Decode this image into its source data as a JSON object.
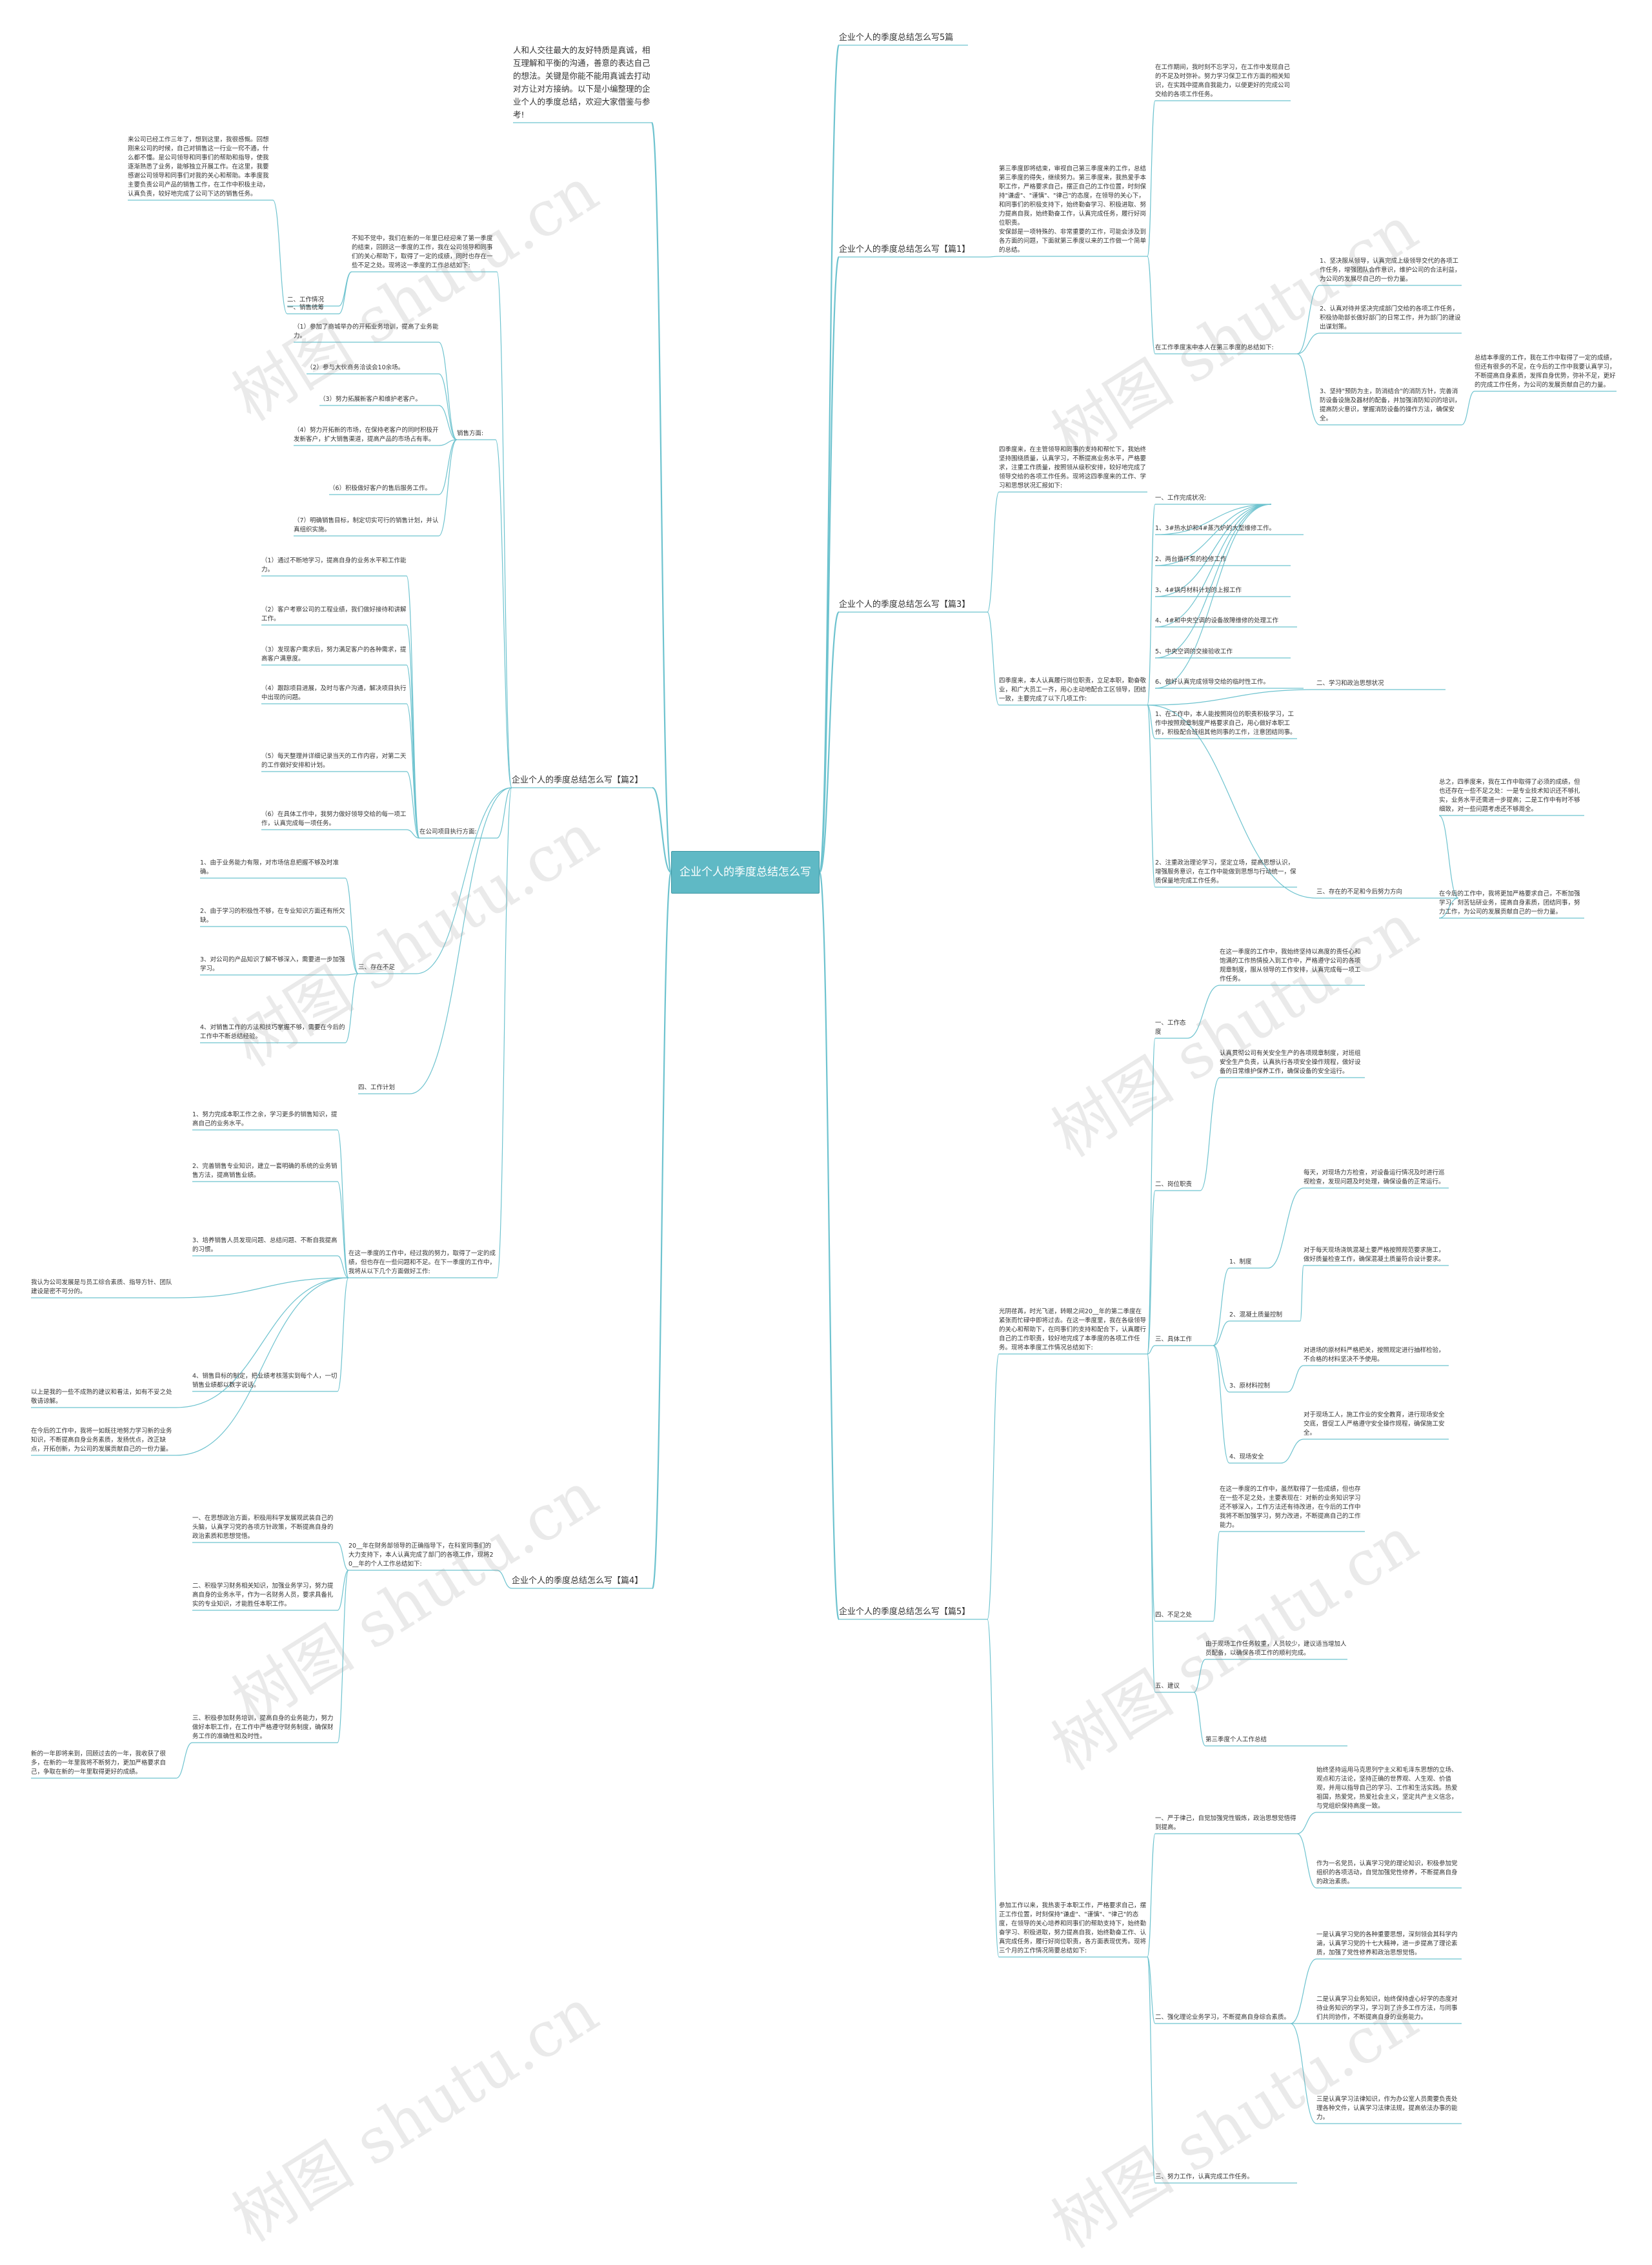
{
  "root": {
    "text": "企业个人的季度总结怎么写"
  },
  "watermarks": [
    "树图 shutu.cn",
    "树图 shutu.cn",
    "树图 shutu.cn",
    "树图 shutu.cn",
    "树图 shutu.cn",
    "树图 shutu.cn",
    "树图 shutu.cn",
    "树图 shutu.cn"
  ],
  "colors": {
    "line": "#6ec3cf",
    "root_fill": "#5fb9c5",
    "text": "#333333"
  },
  "nodes": [
    {
      "id": "intro",
      "text": "人和人交往最大的友好特质是真诚，相互理解和平衡的沟通，善意的表达自己的想法。关键是你能不能用真诚去打动对方让对方接纳。以下是小编整理的企业个人的季度总结，欢迎大家借鉴与参考!"
    },
    {
      "id": "r1",
      "text": "企业个人的季度总结怎么写5篇"
    },
    {
      "id": "r2",
      "text": "企业个人的季度总结怎么写【篇1】"
    },
    {
      "id": "r3",
      "text": "企业个人的季度总结怎么写【篇3】"
    },
    {
      "id": "r4",
      "text": "企业个人的季度总结怎么写【篇5】"
    },
    {
      "id": "l1",
      "text": "企业个人的季度总结怎么写【篇2】"
    },
    {
      "id": "l2",
      "text": "企业个人的季度总结怎么写【篇4】"
    },
    {
      "id": "p1a",
      "text": "第三季度即将结束，审视自己第三季度来的工作，总结第三季度的得失，继续努力。第三季度来，我热爱手本职工作，严格要求自己，摆正自己的工作位置，时刻保持\"谦虚\"、\"谨慎\"、\"律己\"的态度，在领导的关心下，和同事们的积极支持下，始终勤奋学习、积极进取、努力提高自我，始终勤奋工作，认真完成任务，履行好岗位职责。\n安保部是一项特殊的、非常重要的工作，可能会涉及到各方面的问题，下面就第三季度以来的工作做一个简单的总结。"
    },
    {
      "id": "p1b",
      "text": "在工作期间，我时刻不忘学习，在工作中发现自己的不足及时弥补。努力学习保卫工作方面的相关知识，在实践中提高自我能力，以便更好的完成公司交给的各项工作任务。"
    },
    {
      "id": "p1c",
      "text": "在工作季度末中本人在第三季度的总结如下:"
    },
    {
      "id": "p1d",
      "text": "1、坚决服从领导，认真完成上级领导交代的各项工作任务，增强团队合作意识，维护公司的合法利益，为公司的发展尽自己的一份力量。"
    },
    {
      "id": "p1e",
      "text": "2、认真对待并坚决完成部门交给的各项工作任务，积极协助部长做好部门的日常工作，并为部门的建设出谋划策。"
    },
    {
      "id": "p1f",
      "text": "3、坚持\"预防为主，防消结合\"的消防方针，完善消防设备设施及器材的配备，并加强消防知识的培训，提高防火意识，掌握消防设备的操作方法，确保安全。"
    },
    {
      "id": "p1g",
      "text": "总结本季度的工作，我在工作中取得了一定的成绩，但还有很多的不足，在今后的工作中我要认真学习，不断提高自身素质，发挥自身优势，弥补不足，更好的完成工作任务，为公司的发展贡献自己的力量。"
    },
    {
      "id": "p3a",
      "text": "四季度来，在主管领导和同事的支持和帮忙下，我始终坚持围绕质量，认真学习，不断提高业务水平，严格要求，注重工作质量，按照领从级积安排，较好地完成了领导交给的各项工作任务。现将这四季度来的工作、学习和思想状况汇报如下:"
    },
    {
      "id": "p3b",
      "text": "四季度来，本人认真履行岗位职责，立足本职，勤奋敬业，和广大员工一齐，用心主动地配合工区领导，团结一致，主要完成了以下几项工作:"
    },
    {
      "id": "p3c",
      "text": "一、工作完成状况:"
    },
    {
      "id": "p3d1",
      "text": "1、3#热水炉和4#蒸汽炉的大型维修工作。"
    },
    {
      "id": "p3d2",
      "text": "2、两台循环泵的检修工作"
    },
    {
      "id": "p3d3",
      "text": "3、4#锅月材料计划的上报工作"
    },
    {
      "id": "p3d4",
      "text": "4、4#和中央空调的设备故障维修的处理工作"
    },
    {
      "id": "p3d5",
      "text": "5、中央空调的交接验收工作"
    },
    {
      "id": "p3d6",
      "text": "6、做好认真完成领导交给的临时性工作。"
    },
    {
      "id": "p3e",
      "text": "二、学习和政治思想状况"
    },
    {
      "id": "p3e1",
      "text": "1、在工作中，本人能按照岗位的职责积极学习，工作中按照规章制度严格要求自己，用心做好本职工作，积极配合班组其他同事的工作，注意团结同事。"
    },
    {
      "id": "p3e2",
      "text": "2、注重政治理论学习，坚定立场，提高思想认识，增强服务意识，在工作中能做到思想与行动统一，保质保量地完成工作任务。"
    },
    {
      "id": "p3f",
      "text": "三、存在的不足和今后努力方向"
    },
    {
      "id": "p3f1",
      "text": "总之，四季度来，我在工作中取得了必须的成绩，但也还存在一些不足之处：一是专业技术知识还不够扎实，业务水平还需进一步提高；二是工作中有时不够细致，对一些问题考虑还不够周全。"
    },
    {
      "id": "p3f2",
      "text": "在今后的工作中，我将更加严格要求自己，不断加强学习，刻苦钻研业务，提高自身素质，团结同事，努力工作，为公司的发展贡献自己的一份力量。"
    },
    {
      "id": "p5a",
      "text": "光阴荏苒，时光飞逝，转眼之间20__年的第二季度在紧张而忙碌中即将过去。在这一季度里，我在各级领导的关心和帮助下，在同事们的支持和配合下，认真履行自己的工作职责，较好地完成了本季度的各项工作任务。现将本季度工作情况总结如下:"
    },
    {
      "id": "p5b",
      "text": "一、工作态度"
    },
    {
      "id": "p5b1",
      "text": "在这一季度的工作中，我始终坚持以高度的责任心和饱满的工作热情投入到工作中，严格遵守公司的各项规章制度，服从领导的工作安排，认真完成每一项工作任务。"
    },
    {
      "id": "p5c",
      "text": "二、岗位职责"
    },
    {
      "id": "p5c1",
      "text": "认真贯彻公司有关安全生产的各项规章制度，对班组安全生产负责，认真执行各项安全操作规程，做好设备的日常维护保养工作，确保设备的安全运行。"
    },
    {
      "id": "p5d",
      "text": "三、具体工作"
    },
    {
      "id": "p5d1",
      "text": "1、制度"
    },
    {
      "id": "p5d1t",
      "text": "每天，对现场力方检查，对设备运行情况及时进行巡视检查，发现问题及时处理，确保设备的正常运行。"
    },
    {
      "id": "p5d2",
      "text": "2、混凝土质量控制"
    },
    {
      "id": "p5d2t",
      "text": "对于每天现场浇筑混凝土要严格按照规范要求施工，做好质量检查工作，确保混凝土质量符合设计要求。"
    },
    {
      "id": "p5d3",
      "text": "3、原材料控制"
    },
    {
      "id": "p5d3t",
      "text": "对进场的原材料严格把关，按照规定进行抽样检验，不合格的材料坚决不予使用。"
    },
    {
      "id": "p5d4",
      "text": "4、现场安全"
    },
    {
      "id": "p5d4t",
      "text": "对于现场工人，施工作业的安全教育，进行现场安全交底，督促工人严格遵守安全操作规程，确保施工安全。"
    },
    {
      "id": "p5e",
      "text": "四、不足之处"
    },
    {
      "id": "p5e1",
      "text": "在这一季度的工作中，虽然取得了一些成绩，但也存在一些不足之处，主要表现在：对新的业务知识学习还不够深入，工作方法还有待改进，在今后的工作中我将不断加强学习，努力改进，不断提高自己的工作能力。"
    },
    {
      "id": "p5f",
      "text": "五、建议"
    },
    {
      "id": "p5f1",
      "text": "由于现场工作任务较重，人员较少，建议适当增加人员配备，以确保各项工作的顺利完成。"
    },
    {
      "id": "p5g",
      "text": "第三季度个人工作总结"
    },
    {
      "id": "p5h",
      "text": "参加工作以来，我热衷于本职工作，严格要求自己，摆正工作位置，时刻保持\"谦虚\"、\"谨慎\"、\"律己\"的态度，在领导的关心培养和同事们的帮助支持下，始终勤奋学习、积极进取，努力提高自我，始终勤奋工作、认真完成任务，履行好岗位职责，各方面表现优秀。现将三个月的工作情况简要总结如下:"
    },
    {
      "id": "p5i",
      "text": "一、严于律己，自觉加强党性锻炼，政治思想觉悟得到提高。"
    },
    {
      "id": "p5i1",
      "text": "始终坚持运用马克思列宁主义和毛泽东思想的立场、观点和方法论，坚持正确的世界观、人生观、价值观，并用以指导自己的学习、工作和生活实践。热爱祖国，热爱党，热爱社会主义，坚定共产主义信念，与党组织保持高度一致。"
    },
    {
      "id": "p5i2",
      "text": "作为一名党员，认真学习党的理论知识，积极参加党组织的各项活动，自觉加强党性修养，不断提高自身的政治素质。"
    },
    {
      "id": "p5j",
      "text": "二、强化理论业务学习，不断提高自身综合素质。"
    },
    {
      "id": "p5j1",
      "text": "一是认真学习党的各种重要思想，深刻领会其科学内涵，认真学习党的十七大精神，进一步提高了理论素质，加强了党性修养和政治思想觉悟。"
    },
    {
      "id": "p5j2",
      "text": "二是认真学习业务知识，始终保持虚心好学的态度对待业务知识的学习，学习到了许多工作方法，与同事们共同协作，不断提高自身的业务能力。"
    },
    {
      "id": "p5j3",
      "text": "三是认真学习法律知识，作为办公室人员需要负责处理各种文件，认真学习法律法规，提高依法办事的能力。"
    },
    {
      "id": "p5k",
      "text": "三、努力工作，认真完成工作任务。"
    },
    {
      "id": "p2a",
      "text": "不知不觉中，我们在新的一年里已经迎来了第一季度的结束，回顾这一季度的工作，我在公司领导和同事们的关心帮助下，取得了一定的成绩，同时也存在一些不足之处。现将这一季度的工作总结如下:"
    },
    {
      "id": "p2b",
      "text": "一、销售统筹"
    },
    {
      "id": "p2b1",
      "text": "来公司已经工作三年了，想到这里，我很感慨。回想刚来公司的时候，自己对销售这一行业一窍不通，什么都不懂。是公司领导和同事们的帮助和指导，使我逐渐熟悉了业务，能够独立开展工作。在这里，我要感谢公司领导和同事们对我的关心和帮助。本季度我主要负责公司产品的销售工作，在工作中积极主动，认真负责，较好地完成了公司下达的销售任务。"
    },
    {
      "id": "p2c",
      "text": "二、工作情况"
    },
    {
      "id": "p2d",
      "text": "销售方面:"
    },
    {
      "id": "p2d1",
      "text": "（1）参加了商城举办的开拓业务培训，提高了业务能力。"
    },
    {
      "id": "p2d2",
      "text": "（2）参与大伙商务洽谈会10余场。"
    },
    {
      "id": "p2d3",
      "text": "（3）努力拓展新客户和维护老客户。"
    },
    {
      "id": "p2d4",
      "text": "（4）努力开拓新的市场，在保持老客户的同时积极开发新客户，扩大销售渠道，提高产品的市场占有率。"
    },
    {
      "id": "p2d5",
      "text": "（6）积极做好客户的售后服务工作。"
    },
    {
      "id": "p2d6",
      "text": "（7）明确销售目标，制定切实可行的销售计划，并认真组织实施。"
    },
    {
      "id": "p2e",
      "text": "在公司项目执行方面:"
    },
    {
      "id": "p2e1",
      "text": "（1）通过不断地学习，提高自身的业务水平和工作能力。"
    },
    {
      "id": "p2e2",
      "text": "（2）客户考察公司的工程业绩，我们做好接待和讲解工作。"
    },
    {
      "id": "p2e3",
      "text": "（3）发现客户需求后，努力满足客户的各种需求，提高客户满意度。"
    },
    {
      "id": "p2e4",
      "text": "（4）跟踪项目进展，及时与客户沟通，解决项目执行中出现的问题。"
    },
    {
      "id": "p2e5",
      "text": "（5）每天整理并详细记录当天的工作内容，对第二天的工作做好安排和计划。"
    },
    {
      "id": "p2e6",
      "text": "（6）在具体工作中，我努力做好领导交给的每一项工作，认真完成每一项任务。"
    },
    {
      "id": "p2f",
      "text": "三、存在不足"
    },
    {
      "id": "p2f1",
      "text": "1、由于业务能力有限，对市场信息把握不够及时准确。"
    },
    {
      "id": "p2f2",
      "text": "2、由于学习的积极性不够，在专业知识方面还有所欠缺。"
    },
    {
      "id": "p2f3",
      "text": "3、对公司的产品知识了解不够深入，需要进一步加强学习。"
    },
    {
      "id": "p2f4",
      "text": "4、对销售工作的方法和技巧掌握不够，需要在今后的工作中不断总结经验。"
    },
    {
      "id": "p2g",
      "text": "四、工作计划"
    },
    {
      "id": "p2h",
      "text": "在这一季度的工作中，经过我的努力，取得了一定的成绩，但也存在一些问题和不足。在下一季度的工作中，我将从以下几个方面做好工作:"
    },
    {
      "id": "p2h1",
      "text": "1、努力完成本职工作之余，学习更多的销售知识，提高自己的业务水平。"
    },
    {
      "id": "p2h2",
      "text": "2、完善销售专业知识，建立一套明确的系统的业务销售方法，提高销售业绩。"
    },
    {
      "id": "p2h3",
      "text": "3、培养销售人员发现问题、总结问题、不断自我提高的习惯。"
    },
    {
      "id": "p2h4",
      "text": "4、销售目标的制定，把业绩考核落实到每个人，一切销售业绩都以数字说话。"
    },
    {
      "id": "p2i",
      "text": "我认为公司发展是与员工综合素质、指导方针、团队建设是密不可分的。"
    },
    {
      "id": "p2j",
      "text": "以上是我的一些不成熟的建议和看法，如有不妥之处敬请谅解。"
    },
    {
      "id": "p2k",
      "text": "在今后的工作中，我将一如既往地努力学习新的业务知识，不断提高自身业务素质，发扬优点，改正缺点，开拓创新，为公司的发展贡献自己的一份力量。"
    },
    {
      "id": "p4a",
      "text": "20__年在财务部领导的正确指导下，在科室同事们的大力支持下，本人认真完成了部门的各项工作，现将20__年的个人工作总结如下:"
    },
    {
      "id": "p4b",
      "text": "一、在思想政治方面，积极用科学发展观武装自己的头脑，认真学习党的各项方针政策，不断提高自身的政治素质和思想觉悟。"
    },
    {
      "id": "p4c",
      "text": "二、积极学习财务相关知识，加强业务学习，努力提高自身的业务水平，作为一名财务人员，要求具备扎实的专业知识，才能胜任本职工作。"
    },
    {
      "id": "p4d",
      "text": "三、积极参加财务培训，提高自身的业务能力，努力做好本职工作，在工作中严格遵守财务制度，确保财务工作的准确性和及时性。"
    },
    {
      "id": "p4e",
      "text": "新的一年即将来到，回顾过去的一年，我收获了很多，在新的一年里我将不断努力，更加严格要求自己，争取在新的一年里取得更好的成绩。"
    }
  ]
}
